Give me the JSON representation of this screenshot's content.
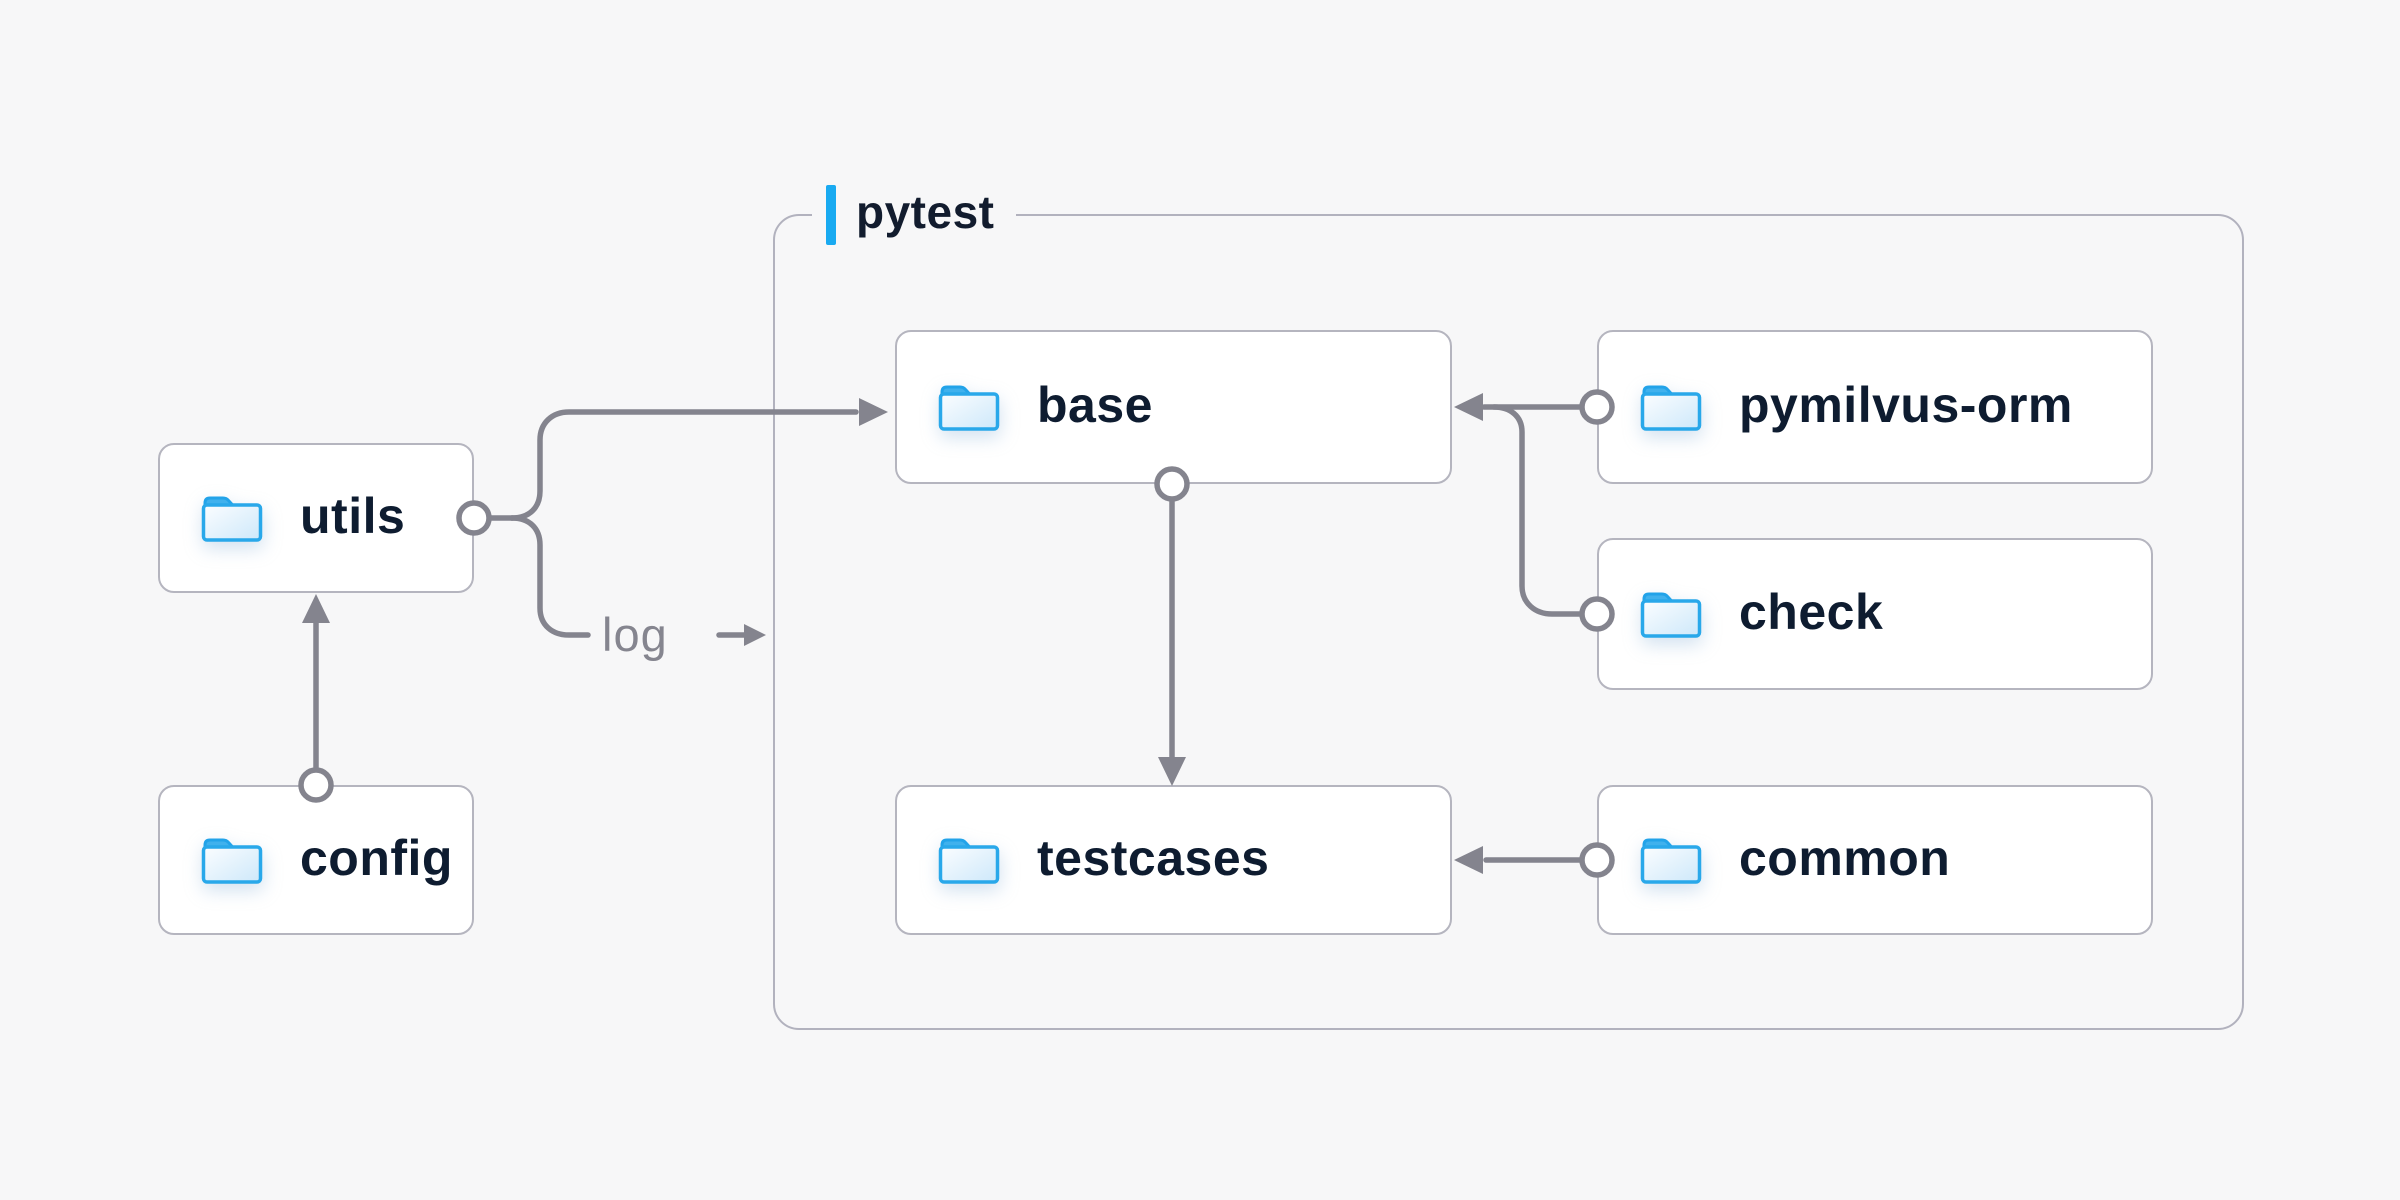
{
  "diagram": {
    "type": "folder-structure-diagram",
    "background": "#f7f7f8",
    "colors": {
      "accent_blue": "#19aaf1",
      "connector_gray": "#84848e",
      "box_border": "#b5b5bf",
      "container_border": "#b2b2be",
      "text_dark": "#0e1c30",
      "muted_label_gray": "#85858f",
      "folder_stroke_blue": "#29a8ea",
      "folder_tab_blue": "#40b1ed",
      "folder_fill_light": "#cde8fa",
      "node_background": "#ffffff"
    },
    "container": {
      "label": "pytest"
    },
    "nodes": [
      {
        "id": "utils",
        "label": "utils",
        "inside_container": false
      },
      {
        "id": "config",
        "label": "config",
        "inside_container": false
      },
      {
        "id": "base",
        "label": "base",
        "inside_container": true
      },
      {
        "id": "pymilvus-orm",
        "label": "pymilvus-orm",
        "inside_container": true
      },
      {
        "id": "check",
        "label": "check",
        "inside_container": true
      },
      {
        "id": "testcases",
        "label": "testcases",
        "inside_container": true
      },
      {
        "id": "common",
        "label": "common",
        "inside_container": true
      }
    ],
    "edge_labels": {
      "log": "log"
    },
    "edges": [
      {
        "from": "config",
        "to": "utils",
        "style": "arrow-up"
      },
      {
        "from": "utils",
        "to": "base",
        "style": "arrow-right"
      },
      {
        "from": "utils",
        "to": "log",
        "style": "branch-label"
      },
      {
        "from": "log",
        "to": "pytest",
        "style": "small-arrow-right"
      },
      {
        "from": "pymilvus-orm",
        "to": "base",
        "style": "arrow-left"
      },
      {
        "from": "check",
        "to": "base",
        "style": "merge-arrow-left"
      },
      {
        "from": "base",
        "to": "testcases",
        "style": "arrow-down"
      },
      {
        "from": "common",
        "to": "testcases",
        "style": "arrow-left"
      }
    ]
  }
}
